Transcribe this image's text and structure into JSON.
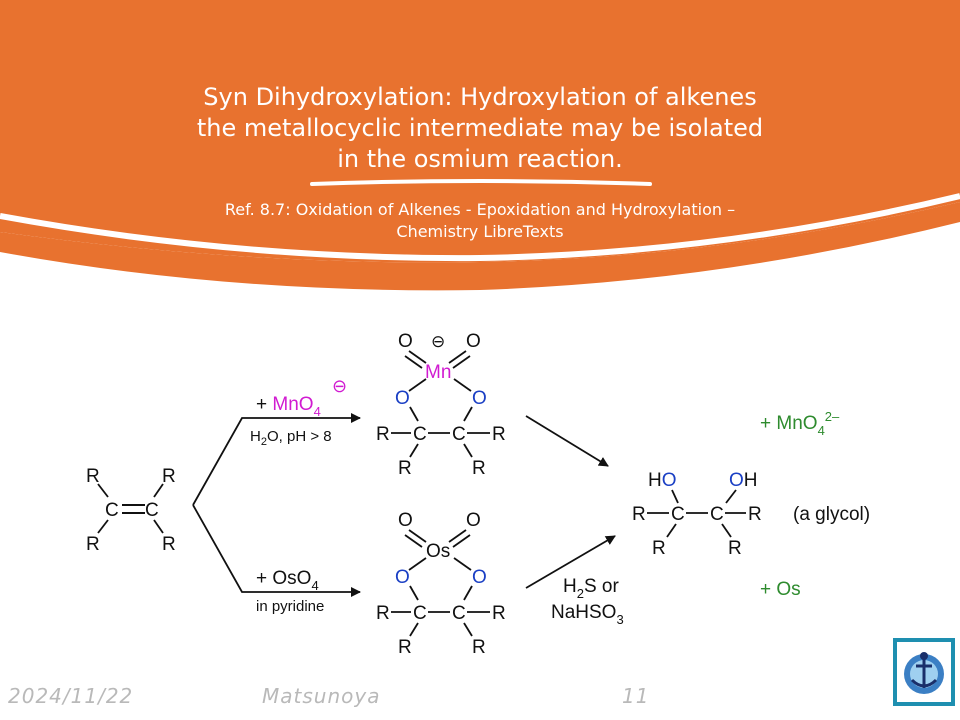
{
  "slide": {
    "title_lines": [
      "Syn Dihydroxylation: Hydroxylation of alkenes",
      "the metallocyclic intermediate may be isolated",
      "in the osmium reaction."
    ],
    "reference_lines": [
      "Ref. 8.7: Oxidation of Alkenes - Epoxidation and Hydroxylation –",
      "Chemistry LibreTexts"
    ]
  },
  "scheme": {
    "alkene": {
      "carbon": "C",
      "substituent": "R"
    },
    "top_reagent": {
      "prefix": "+ ",
      "formula": "MnO",
      "subscript": "4",
      "charge": "⊖"
    },
    "top_conditions": {
      "h2o": "H",
      "h2o_sub": "2",
      "rest": "O, pH > 8"
    },
    "bottom_reagent": {
      "text": "+ OsO",
      "subscript": "4"
    },
    "bottom_conditions": "in pyridine",
    "mn_intermediate": {
      "metal": "Mn",
      "oxo": "O",
      "ring_o": "O",
      "charge": "⊖",
      "carbon": "C",
      "substituent": "R"
    },
    "os_intermediate": {
      "metal": "Os",
      "oxo": "O",
      "ring_o": "O",
      "carbon": "C",
      "substituent": "R"
    },
    "reductant": {
      "h2s": "H",
      "h2s_sub": "2",
      "h2s_rest": "S or",
      "nahso": "NaHSO",
      "nahso_sub": "3"
    },
    "product": {
      "ho_h": "H",
      "ho_o": "O",
      "oh_o": "O",
      "oh_h": "H",
      "carbon": "C",
      "substituent": "R",
      "label": "(a glycol)"
    },
    "byproduct_mn": {
      "text": "+ MnO",
      "subscript": "4",
      "superscript": "2–"
    },
    "byproduct_os": "+ Os"
  },
  "colors": {
    "banner": "#e8722f",
    "magenta": "#d11bd1",
    "blue": "#1a3fc4",
    "green": "#2e8b2e",
    "footer": "#b9b9b9"
  },
  "footer": {
    "date": "2024/11/22",
    "author": "Matsunoya",
    "page": "11"
  },
  "logo": {
    "icon": "anchor-emblem-icon"
  }
}
